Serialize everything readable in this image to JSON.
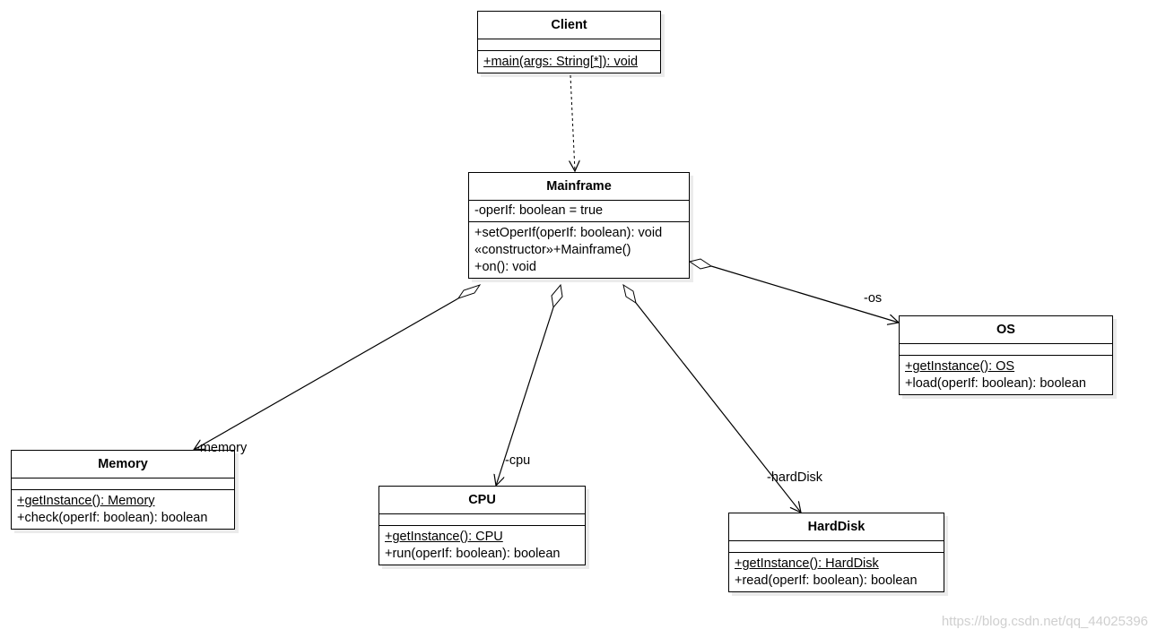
{
  "classes": {
    "client": {
      "name": "Client",
      "attributes": [],
      "operations": [
        {
          "text": "+main(args: String[*]): void",
          "static": true
        }
      ]
    },
    "mainframe": {
      "name": "Mainframe",
      "attributes": [
        "-operIf: boolean = true"
      ],
      "operations": [
        {
          "text": "+setOperIf(operIf: boolean): void",
          "static": false
        },
        {
          "text": "«constructor»+Mainframe()",
          "static": false
        },
        {
          "text": "+on(): void",
          "static": false
        }
      ]
    },
    "os": {
      "name": "OS",
      "attributes": [],
      "operations": [
        {
          "text": "+getInstance(): OS",
          "static": true
        },
        {
          "text": "+load(operIf: boolean): boolean",
          "static": false
        }
      ]
    },
    "memory": {
      "name": "Memory",
      "attributes": [],
      "operations": [
        {
          "text": "+getInstance(): Memory",
          "static": true
        },
        {
          "text": "+check(operIf: boolean): boolean",
          "static": false
        }
      ]
    },
    "cpu": {
      "name": "CPU",
      "attributes": [],
      "operations": [
        {
          "text": "+getInstance(): CPU",
          "static": true
        },
        {
          "text": "+run(operIf: boolean): boolean",
          "static": false
        }
      ]
    },
    "harddisk": {
      "name": "HardDisk",
      "attributes": [],
      "operations": [
        {
          "text": "+getInstance(): HardDisk",
          "static": true
        },
        {
          "text": "+read(operIf: boolean): boolean",
          "static": false
        }
      ]
    }
  },
  "relations": {
    "os_role": "-os",
    "memory_role": "-memory",
    "cpu_role": "-cpu",
    "harddisk_role": "-hardDisk"
  },
  "watermark": "https://blog.csdn.net/qq_44025396"
}
